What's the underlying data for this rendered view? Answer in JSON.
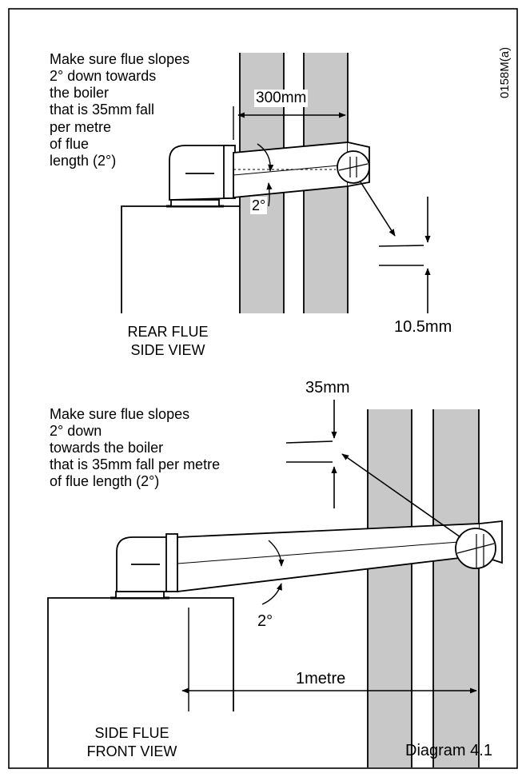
{
  "ref_code": "0158M(a)",
  "top": {
    "note": [
      "Make sure flue slopes",
      "2° down towards",
      "the boiler",
      "that is 35mm fall",
      "per metre",
      "of flue",
      "length (2°)"
    ],
    "width_label": "300mm",
    "angle_label": "2°",
    "offset_label": "10.5mm",
    "view_title": [
      "REAR FLUE",
      "SIDE VIEW"
    ]
  },
  "bottom": {
    "fall_label": "35mm",
    "note": [
      "Make sure flue slopes",
      "2° down",
      "towards the boiler",
      "that is 35mm fall per metre",
      "of flue length (2°)"
    ],
    "angle_label": "2°",
    "length_label": "1metre",
    "view_title": [
      "SIDE FLUE",
      "FRONT VIEW"
    ]
  },
  "caption": "Diagram 4.1",
  "colors": {
    "wall": "#c8c8c8",
    "line": "#000000",
    "background": "#ffffff"
  }
}
